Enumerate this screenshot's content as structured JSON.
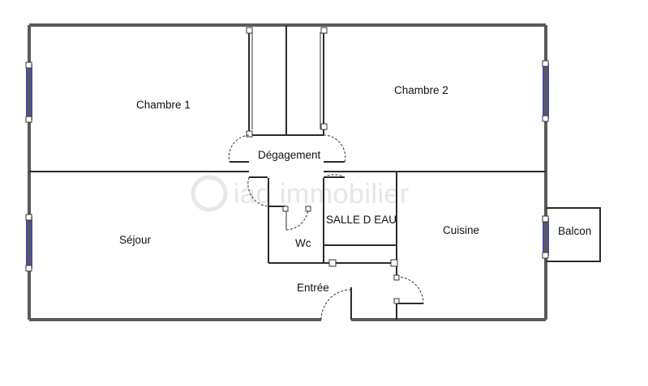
{
  "rooms": {
    "chambre1": "Chambre 1",
    "chambre2": "Chambre 2",
    "degagement": "Dégagement",
    "sejour": "Séjour",
    "wc": "Wc",
    "salle_deau": "SALLE D EAU",
    "cuisine": "Cuisine",
    "balcon": "Balcon",
    "entree": "Entrée"
  },
  "watermark": "iad immobilier",
  "colors": {
    "wall": "#2b2b2b",
    "outer_wall": "#5a5a5a",
    "window": "#1a1a9a",
    "watermark": "#e6e6e6"
  }
}
